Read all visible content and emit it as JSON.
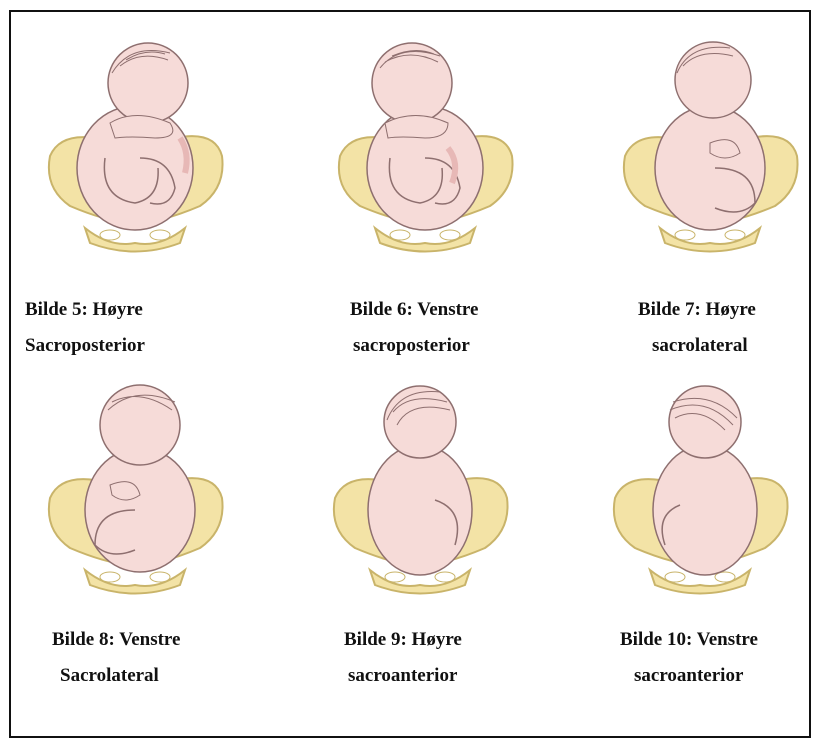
{
  "colors": {
    "pelvis_fill": "#f3e3a6",
    "pelvis_stroke": "#c9b46a",
    "skin": "#f6dbd8",
    "skin_shadow": "#e7b8b6",
    "line": "#8e6f6f",
    "frame": "#111111"
  },
  "figures": [
    {
      "line1": "Bilde 5: Høyre",
      "line2": "Sacroposterior",
      "view": "front"
    },
    {
      "line1": "Bilde 6: Venstre",
      "line2": "sacroposterior",
      "view": "front"
    },
    {
      "line1": "Bilde 7: Høyre",
      "line2": "sacrolateral",
      "view": "side-right"
    },
    {
      "line1": "Bilde 8: Venstre",
      "line2": "Sacrolateral",
      "view": "side-left"
    },
    {
      "line1": "Bilde 9: Høyre",
      "line2": "sacroanterior",
      "view": "back-right"
    },
    {
      "line1": "Bilde 10: Venstre",
      "line2": "sacroanterior",
      "view": "back-left"
    }
  ]
}
